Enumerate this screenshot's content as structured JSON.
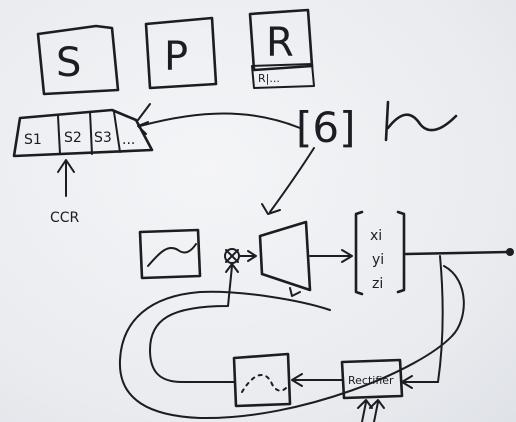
{
  "modules": {
    "s_label": "S",
    "p_label": "P",
    "r_label": "R",
    "r_sub": "R|...",
    "slots": [
      "S1",
      "S2",
      "S3",
      "..."
    ],
    "ccr": "CCR",
    "bracket": "[6]"
  },
  "pipeline": {
    "output": [
      "xi",
      "yi",
      "zi"
    ],
    "rectifier": "Rectifier"
  }
}
